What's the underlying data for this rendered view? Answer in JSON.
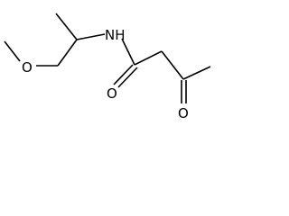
{
  "molecule": {
    "atoms": {
      "nitrogen": "NH",
      "ether_oxygen": "O",
      "amide_oxygen": "O",
      "ketone_oxygen": "O"
    },
    "colors": {
      "bond": "#000000",
      "label": "#000000",
      "background": "#ffffff"
    }
  }
}
